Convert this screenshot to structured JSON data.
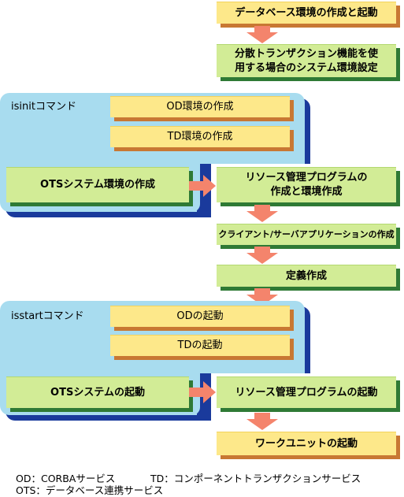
{
  "flow": {
    "step1": "データベース環境の作成と起動",
    "step2_line1": "分散トランザクション機能を使",
    "step2_line2": "用する場合のシステム環境設定",
    "isinit_label": "isinitコマンド",
    "od_env": "OD環境の作成",
    "td_env": "TD環境の作成",
    "ots_env": "OTSシステム環境の作成",
    "rm_create_line1": "リソース管理プログラムの",
    "rm_create_line2": "作成と環境作成",
    "client_server": "クライアント/サーバアプリケーションの作成",
    "definition": "定義作成",
    "isstart_label": "isstartコマンド",
    "od_start": "ODの起動",
    "td_start": "TDの起動",
    "ots_start": "OTSシステムの起動",
    "rm_start": "リソース管理プログラムの起動",
    "workunit_start": "ワークユニットの起動"
  },
  "legend": {
    "line1_od": "OD：CORBAサービス",
    "line1_td": "TD：コンポーネントトランザクションサービス",
    "line2": "OTS：データベース連携サービス"
  },
  "colors": {
    "yellow_box": "#fde88a",
    "green_box": "#d2ec96",
    "panel": "#a8dcef",
    "panel_shadow": "#1a3a9c",
    "arrow": "#f4846c"
  }
}
